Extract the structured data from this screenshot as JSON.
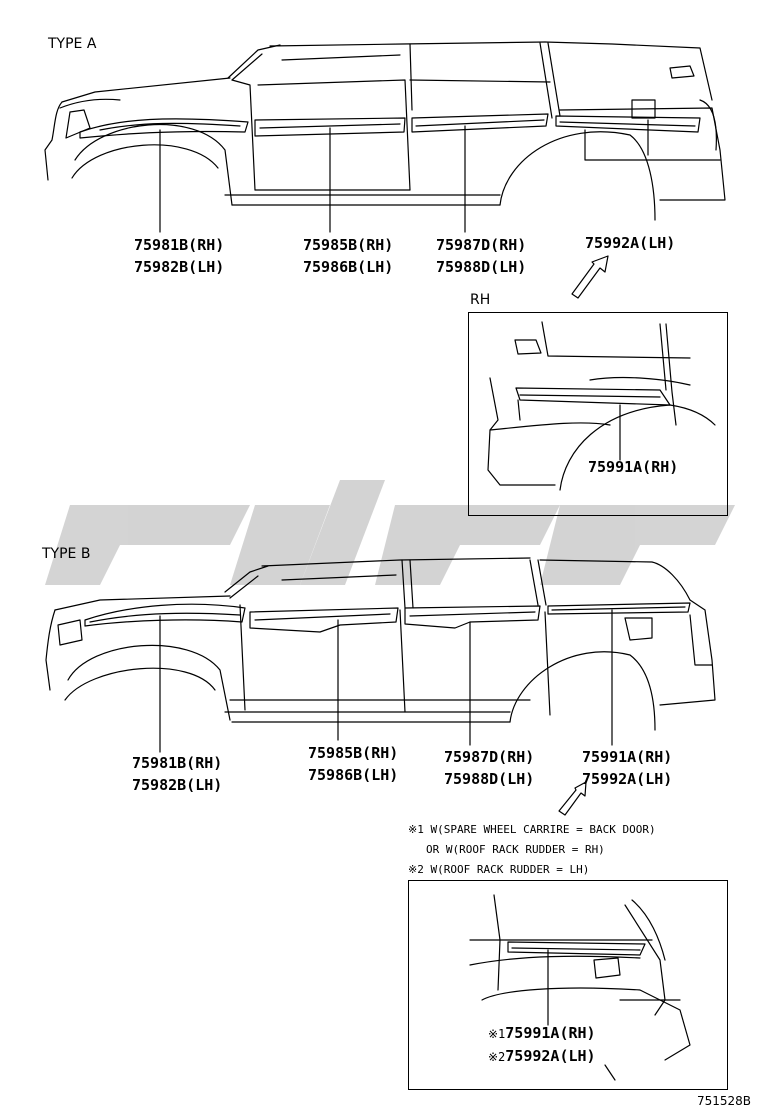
{
  "sections": {
    "type_a": "TYPE A",
    "type_b": "TYPE B",
    "rh": "RH"
  },
  "type_a_labels": {
    "front_fender": [
      "75981B(RH)",
      "75982B(LH)"
    ],
    "front_door": [
      "75985B(RH)",
      "75986B(LH)"
    ],
    "rear_door": [
      "75987D(RH)",
      "75988D(LH)"
    ],
    "quarter": [
      "75992A(LH)"
    ]
  },
  "rh_inset_label": "75991A(RH)",
  "type_b_labels": {
    "front_fender": [
      "75981B(RH)",
      "75982B(LH)"
    ],
    "front_door": [
      "75985B(RH)",
      "75986B(LH)"
    ],
    "rear_door": [
      "75987D(RH)",
      "75988D(LH)"
    ],
    "quarter": [
      "75991A(RH)",
      "75992A(LH)"
    ]
  },
  "notes": {
    "note1_line1": "※1 W(SPARE WHEEL CARRIRE = BACK DOOR)",
    "note1_line2": "OR W(ROOF RACK RUDDER = RH)",
    "note2": "※2 W(ROOF RACK RUDDER = LH)"
  },
  "bottom_inset": {
    "mark1": "※1",
    "label1": "75991A(RH)",
    "mark2": "※2",
    "label2": "75992A(LH)"
  },
  "drawing_code": "751528B",
  "watermark_color": "#cfcfcf"
}
